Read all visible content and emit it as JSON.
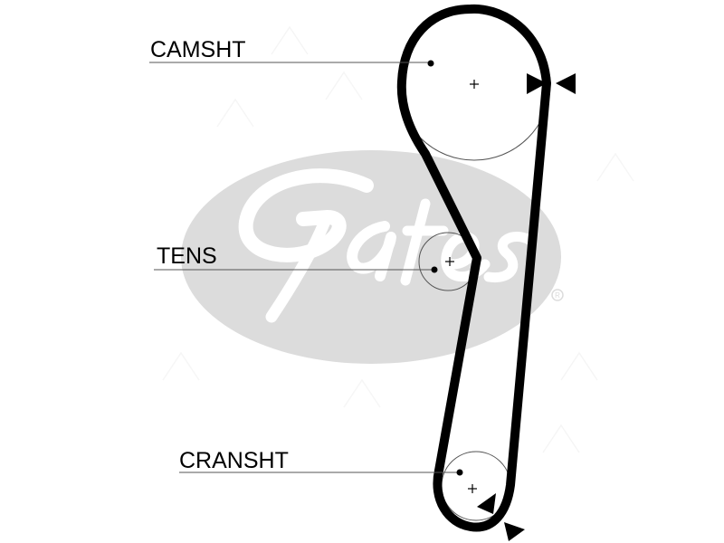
{
  "labels": {
    "camshaft": "CAMSHT",
    "tensioner": "TENS",
    "crankshaft": "CRANSHT"
  },
  "icons": {
    "center_mark": "plus-crosshair",
    "index_mark": "black-dot",
    "timing_marks": "black-triangle-pointers",
    "watermark": "gates-logo-ellipse"
  },
  "colors": {
    "belt": "#000000",
    "pulley_outline": "#555555",
    "watermark_fill": "#dcdcdc",
    "watermark_text": "#ffffff",
    "background": "#ffffff"
  }
}
